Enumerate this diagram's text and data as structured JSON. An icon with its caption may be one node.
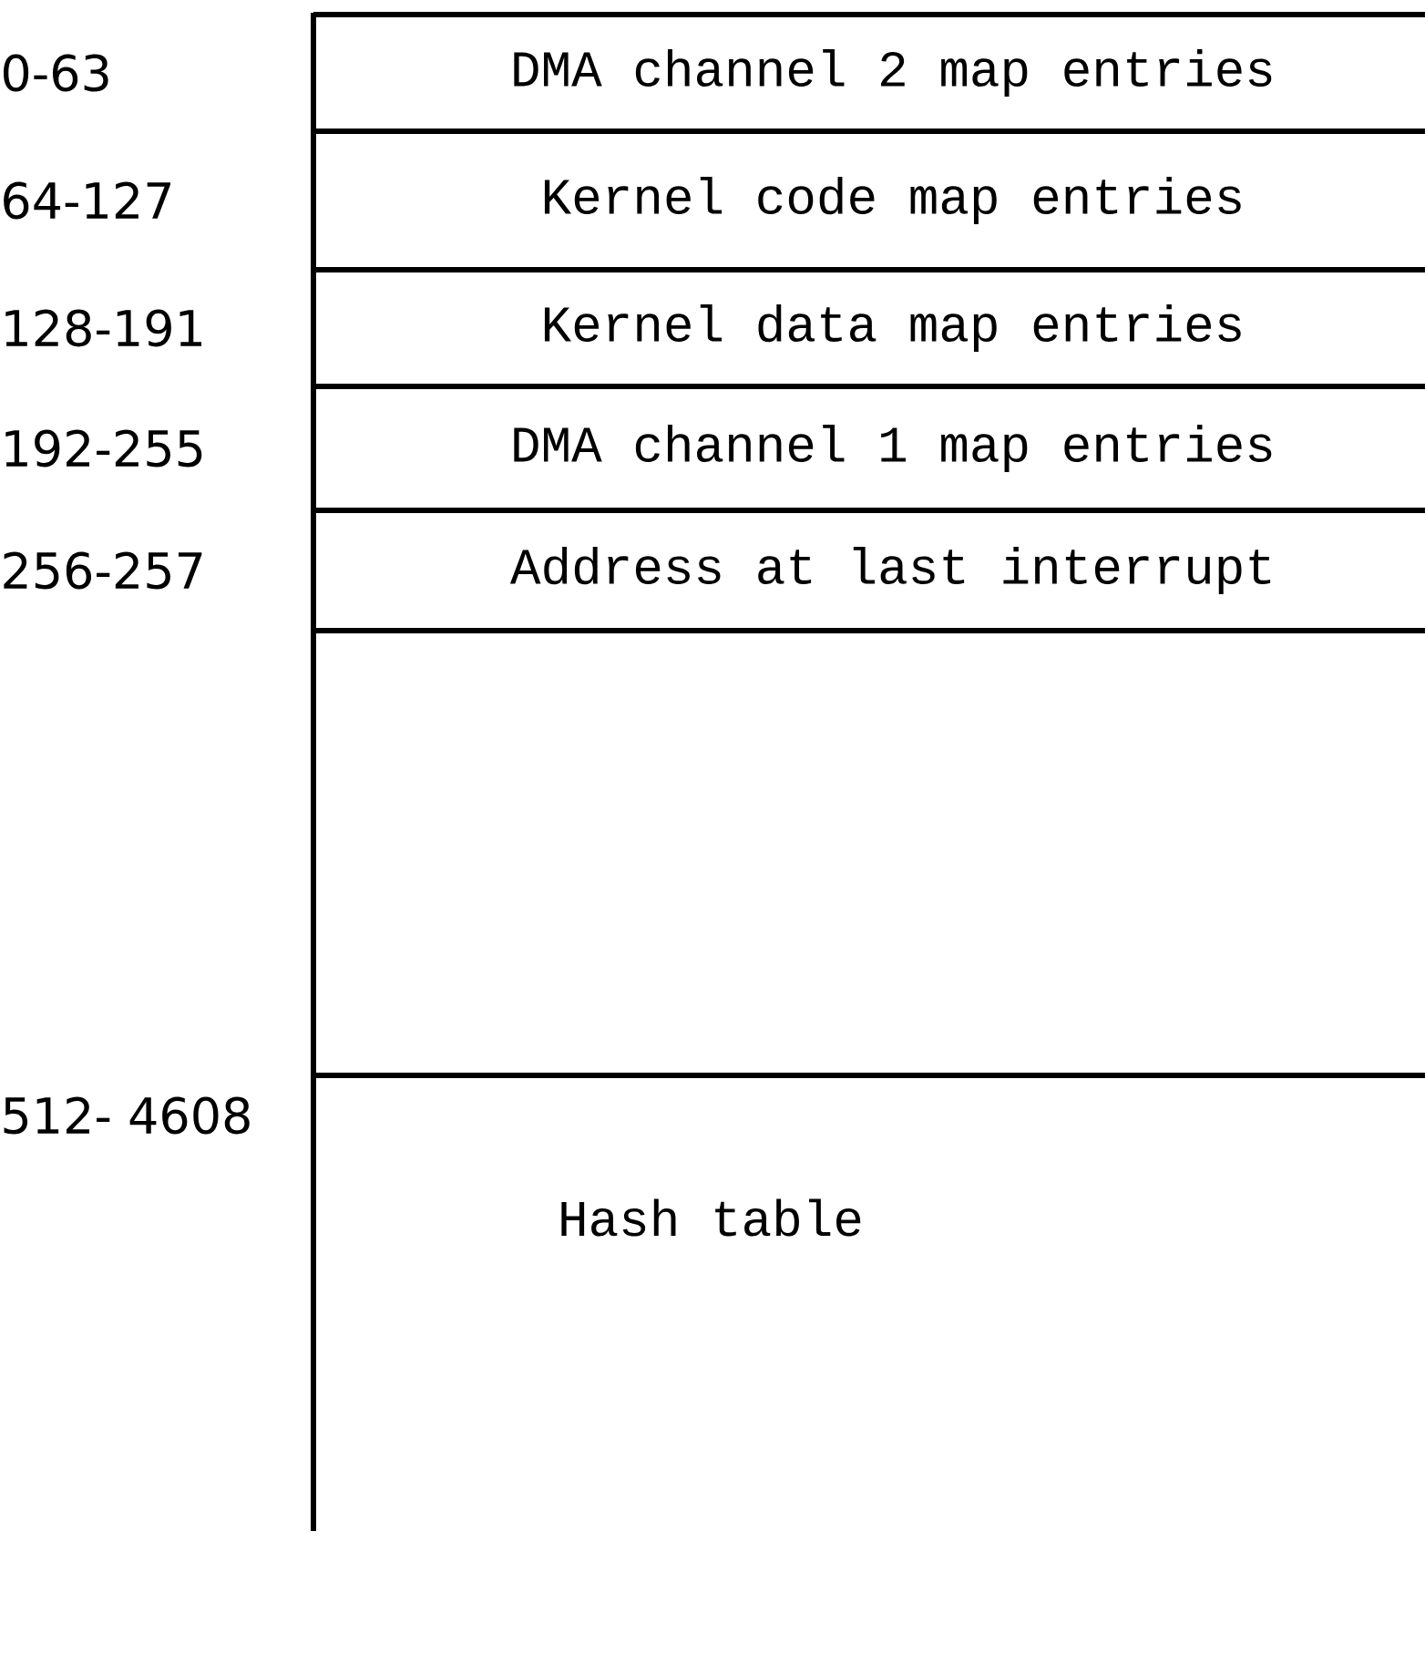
{
  "diagram": {
    "nodes": [
      {
        "text": [
          "DMA channel 2 map entries"
        ]
      },
      {
        "text": [
          "Kernel code map entries"
        ]
      },
      {
        "text": [
          "Kernel data map entries"
        ]
      },
      {
        "text": [
          "DMA channel 1 map entries"
        ]
      },
      {
        "text": [
          "Address at last interrupt"
        ]
      },
      {
        "text": [],
        "shape": "box"
      },
      {
        "text": [
          "Hash table"
        ]
      }
    ],
    "labels": [
      "0-63",
      "64-127",
      "128-191",
      "192-255",
      "256-257",
      "512- 4608"
    ]
  }
}
